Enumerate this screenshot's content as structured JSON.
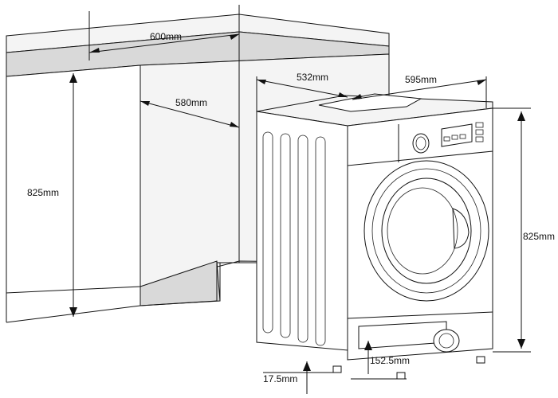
{
  "diagram": {
    "dimensions": {
      "cabinet_width": "600mm",
      "cabinet_depth": "580mm",
      "cabinet_height": "825mm",
      "machine_depth": "532mm",
      "machine_width": "595mm",
      "machine_height": "825mm",
      "plinth_height": "152.5mm",
      "foot_height": "17.5mm"
    }
  }
}
